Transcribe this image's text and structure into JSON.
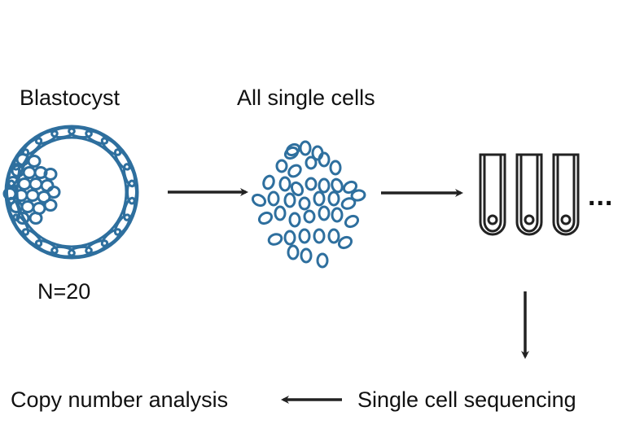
{
  "labels": {
    "blastocyst": "Blastocyst",
    "all_single_cells": "All single cells",
    "sample_count": "N=20",
    "single_cell_sequencing": "Single cell sequencing",
    "copy_number_analysis": "Copy number analysis",
    "more_tubes": "..."
  },
  "colors": {
    "cell_blue": "#2e6f9e",
    "arrow": "#222222",
    "tube_outline": "#222222"
  }
}
